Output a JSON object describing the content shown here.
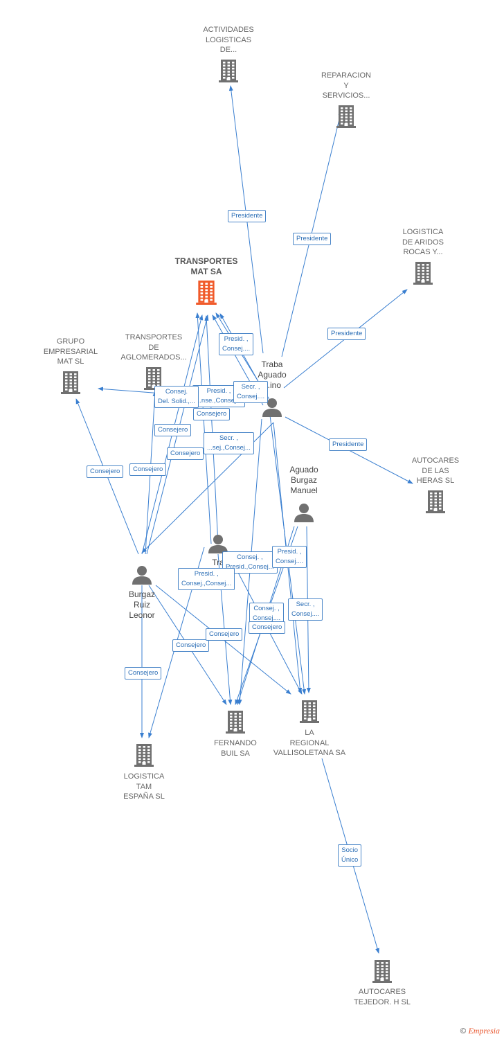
{
  "colors": {
    "edge": "#3a7fd0",
    "node": "#707070",
    "main": "#f05a2a"
  },
  "companies": [
    {
      "id": "actividades",
      "lines": [
        "ACTIVIDADES",
        "LOGISTICAS",
        "DE..."
      ]
    },
    {
      "id": "reparacion",
      "lines": [
        "REPARACION",
        "Y",
        "SERVICIOS..."
      ]
    },
    {
      "id": "logistica-aridos",
      "lines": [
        "LOGISTICA",
        "DE ARIDOS",
        "ROCAS Y..."
      ]
    },
    {
      "id": "transportes-mat",
      "lines": [
        "TRANSPORTES",
        "MAT SA"
      ],
      "main": true
    },
    {
      "id": "transportes-aglomerados",
      "lines": [
        "TRANSPORTES",
        "DE",
        "AGLOMERADOS..."
      ]
    },
    {
      "id": "grupo-empresarial",
      "lines": [
        "GRUPO",
        "EMPRESARIAL",
        "MAT SL"
      ]
    },
    {
      "id": "autocares-heras",
      "lines": [
        "AUTOCARES",
        "DE LAS",
        "HERAS SL"
      ]
    },
    {
      "id": "fernando-buil",
      "lines": [
        "FERNANDO",
        "BUIL SA"
      ]
    },
    {
      "id": "la-regional",
      "lines": [
        "LA",
        "REGIONAL",
        "VALLISOLETANA SA"
      ]
    },
    {
      "id": "logistica-tam",
      "lines": [
        "LOGISTICA",
        "TAM",
        "ESPAÑA SL"
      ]
    },
    {
      "id": "autocares-tejedor",
      "lines": [
        "AUTOCARES",
        "TEJEDOR. H SL"
      ]
    }
  ],
  "people": [
    {
      "id": "traba-aguado",
      "lines": [
        "Traba",
        "Aguado",
        "...ino"
      ]
    },
    {
      "id": "aguado-burgaz",
      "lines": [
        "Aguado",
        "Burgaz",
        "Manuel"
      ]
    },
    {
      "id": "tra",
      "lines": [
        "Tra"
      ]
    },
    {
      "id": "burgaz-ruiz",
      "lines": [
        "Burgaz",
        "Ruiz",
        "Leonor"
      ]
    }
  ],
  "edge_labels": [
    {
      "id": "e1",
      "lines": [
        "Presidente"
      ]
    },
    {
      "id": "e2",
      "lines": [
        "Presidente"
      ]
    },
    {
      "id": "e3",
      "lines": [
        "Presidente"
      ]
    },
    {
      "id": "e4",
      "lines": [
        "Presidente"
      ]
    },
    {
      "id": "e5",
      "lines": [
        "Presid. ,",
        "Consej...."
      ]
    },
    {
      "id": "e6",
      "lines": [
        "Presid. ,",
        "...nse.,Consej..."
      ]
    },
    {
      "id": "e7",
      "lines": [
        "Consej.",
        "Del. Solid.,..."
      ]
    },
    {
      "id": "e8",
      "lines": [
        "Secr. ,",
        "Consej...."
      ]
    },
    {
      "id": "e9",
      "lines": [
        "Consejero"
      ]
    },
    {
      "id": "e10",
      "lines": [
        "Consejero"
      ]
    },
    {
      "id": "e11",
      "lines": [
        "Secr. ,",
        "...sej.,Consej..."
      ]
    },
    {
      "id": "e12",
      "lines": [
        "Consejero"
      ]
    },
    {
      "id": "e13",
      "lines": [
        "Consejero"
      ]
    },
    {
      "id": "e14",
      "lines": [
        "Consejero"
      ]
    },
    {
      "id": "e15",
      "lines": [
        "Consej. ,",
        "Presid.,Consej..."
      ]
    },
    {
      "id": "e16",
      "lines": [
        "Presid. ,",
        "Consej...."
      ]
    },
    {
      "id": "e17",
      "lines": [
        "Presid. ,",
        "Consej.,Consej..."
      ]
    },
    {
      "id": "e18",
      "lines": [
        "Consej. ,",
        "Consej...."
      ]
    },
    {
      "id": "e19",
      "lines": [
        "Secr. ,",
        "Consej...."
      ]
    },
    {
      "id": "e20",
      "lines": [
        "Consejero"
      ]
    },
    {
      "id": "e21",
      "lines": [
        "Consejero"
      ]
    },
    {
      "id": "e22",
      "lines": [
        "Consejero"
      ]
    },
    {
      "id": "e23",
      "lines": [
        "Consejero"
      ]
    },
    {
      "id": "e24",
      "lines": [
        "Socio",
        "Único"
      ]
    }
  ],
  "footer": {
    "copyright": "©",
    "brand": "Empresia"
  }
}
